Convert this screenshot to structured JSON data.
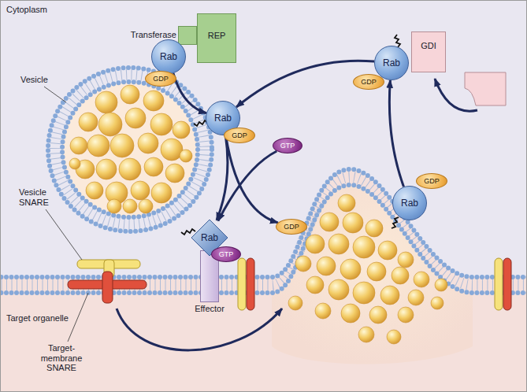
{
  "diagram": {
    "nodes": [
      {
        "text": [
          "Transferase"
        ]
      },
      {
        "text": [
          "REP"
        ]
      },
      {
        "text": [
          "Rab"
        ]
      },
      {
        "text": [
          "GDP"
        ]
      },
      {
        "text": [
          "GDI"
        ]
      },
      {
        "text": [
          "Rab"
        ]
      },
      {
        "text": [
          "GDP"
        ]
      },
      {
        "text": [
          "Rab"
        ]
      },
      {
        "text": [
          "GDP"
        ]
      },
      {
        "text": [
          "GTP"
        ]
      },
      {
        "text": [
          "GDP"
        ]
      },
      {
        "text": [
          "Rab"
        ]
      },
      {
        "text": [
          "GTP"
        ]
      },
      {
        "text": [
          "Effector"
        ]
      },
      {
        "text": [
          "Rab"
        ]
      },
      {
        "text": [
          "GDP"
        ]
      }
    ],
    "edges": [
      {
        "from": 2,
        "to": 7,
        "arrow": "to"
      },
      {
        "from": 5,
        "to": 7,
        "arrow": "to"
      },
      {
        "from": 14,
        "to": 5,
        "arrow": "to"
      },
      {
        "from": 7,
        "to": 11,
        "arrow": "to"
      },
      {
        "from": 9,
        "to": 11,
        "arrow": "to"
      },
      {
        "from": 7,
        "to": 10,
        "arrow": "to"
      }
    ],
    "labels": [
      "Cytoplasm",
      "Vesicle",
      "Vesicle SNARE",
      "Target organelle",
      "Target-membrane SNARE"
    ]
  }
}
